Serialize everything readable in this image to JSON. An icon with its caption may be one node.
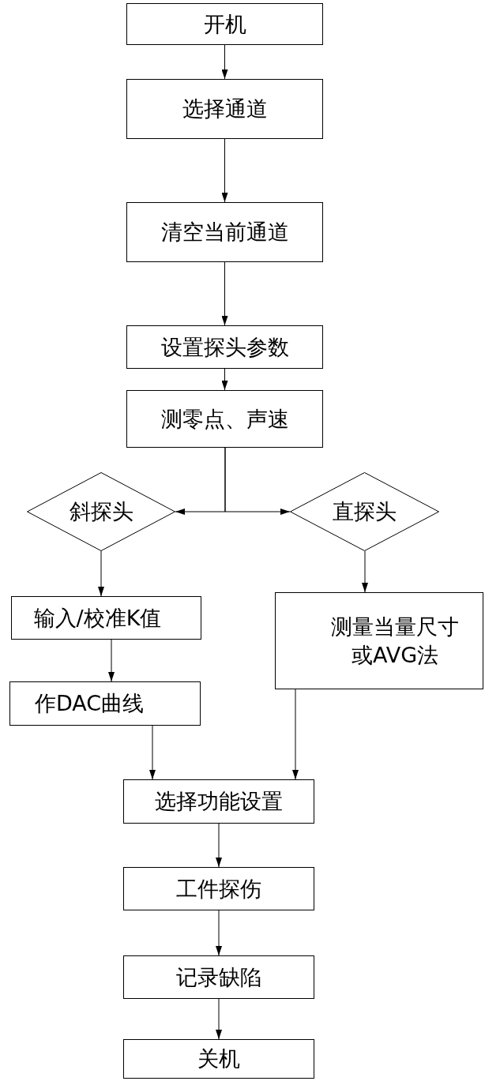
{
  "diagram": {
    "nodes": [
      {
        "text": [
          "开机"
        ]
      },
      {
        "text": [
          "选择通道"
        ]
      },
      {
        "text": [
          "清空当前通道"
        ]
      },
      {
        "text": [
          "设置探头参数"
        ]
      },
      {
        "text": [
          "测零点、声速"
        ]
      },
      {
        "text": [
          "斜探头"
        ]
      },
      {
        "text": [
          "直探头"
        ]
      },
      {
        "text": [
          "输入/校准K值"
        ]
      },
      {
        "text": [
          "测量当量尺寸或AVG法"
        ]
      },
      {
        "text": [
          "作DAC曲线"
        ]
      },
      {
        "text": [
          "选择功能设置"
        ]
      },
      {
        "text": [
          "工件探伤"
        ]
      },
      {
        "text": [
          "记录缺陷"
        ]
      },
      {
        "text": [
          "关机"
        ]
      }
    ],
    "edges": [
      {
        "from": 0,
        "to": 1,
        "arrow": "to"
      },
      {
        "from": 1,
        "to": 2,
        "arrow": "to"
      },
      {
        "from": 2,
        "to": 3,
        "arrow": "to"
      },
      {
        "from": 3,
        "to": 4,
        "arrow": "to"
      },
      {
        "from": 4,
        "to": 5,
        "arrow": "to"
      },
      {
        "from": 4,
        "to": 6,
        "arrow": "to"
      },
      {
        "from": 5,
        "to": 7,
        "arrow": "to"
      },
      {
        "from": 6,
        "to": 8,
        "arrow": "to"
      },
      {
        "from": 7,
        "to": 9,
        "arrow": "to"
      },
      {
        "from": 9,
        "to": 10,
        "arrow": "to"
      },
      {
        "from": 8,
        "to": 10,
        "arrow": "to"
      },
      {
        "from": 10,
        "to": 11,
        "arrow": "to"
      },
      {
        "from": 11,
        "to": 12,
        "arrow": "to"
      },
      {
        "from": 12,
        "to": 13,
        "arrow": "to"
      }
    ]
  }
}
